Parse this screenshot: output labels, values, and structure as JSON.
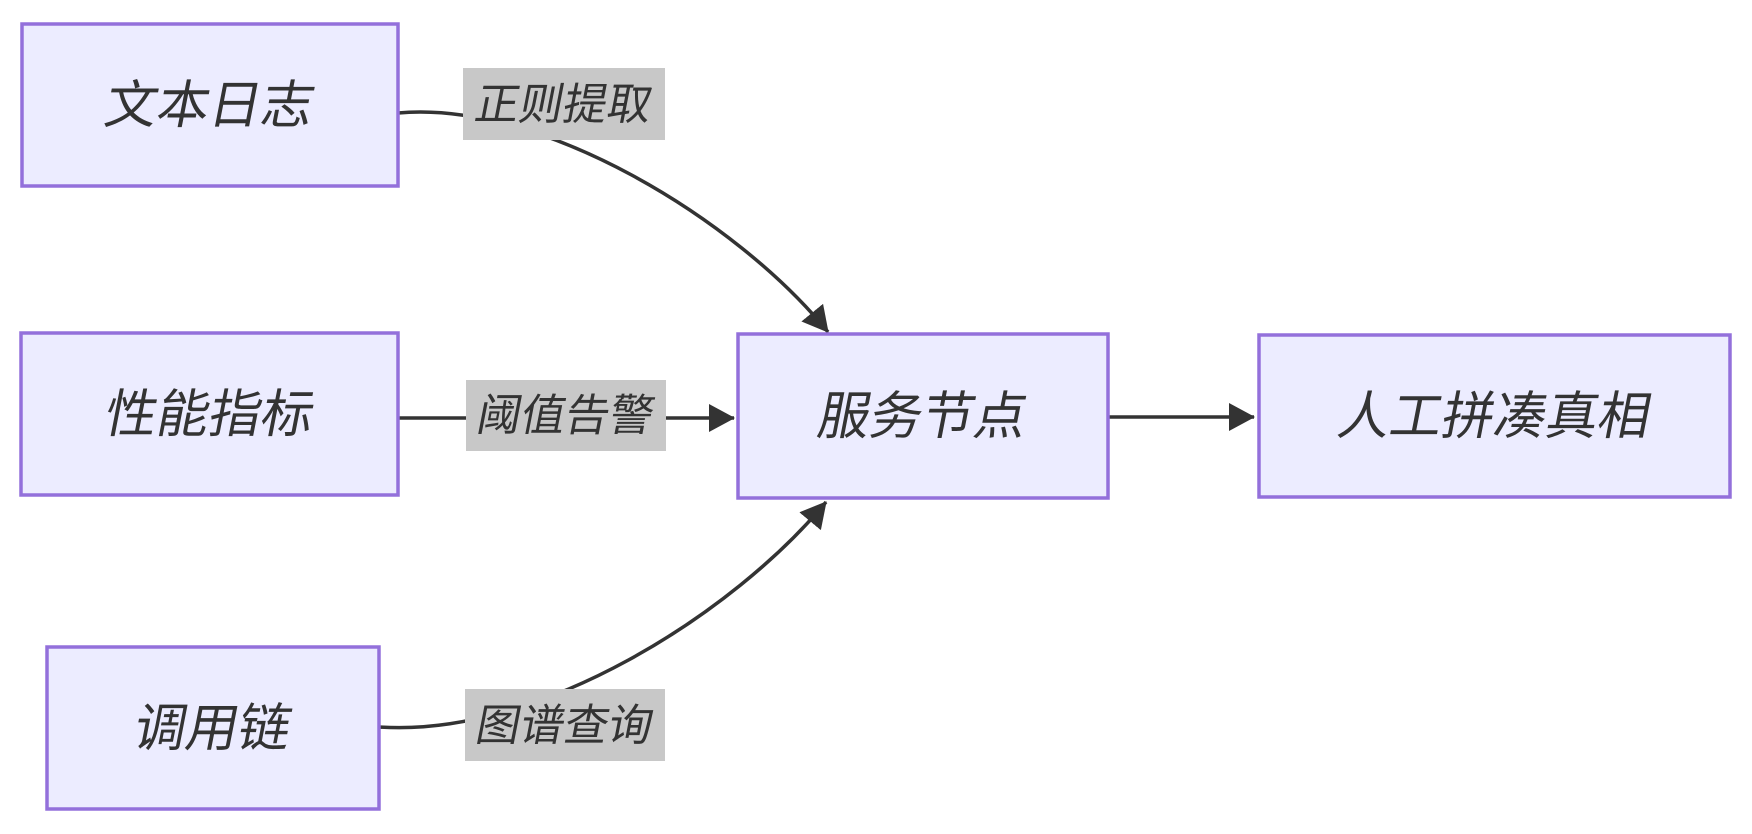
{
  "diagram": {
    "type": "flowchart",
    "direction": "left-to-right",
    "nodes": [
      {
        "id": "A",
        "label": "文本日志"
      },
      {
        "id": "B",
        "label": "性能指标"
      },
      {
        "id": "C",
        "label": "调用链"
      },
      {
        "id": "D",
        "label": "服务节点"
      },
      {
        "id": "E",
        "label": "人工拼凑真相"
      }
    ],
    "edges": [
      {
        "from": "文本日志",
        "to": "服务节点",
        "label": "正则提取"
      },
      {
        "from": "性能指标",
        "to": "服务节点",
        "label": "阈值告警"
      },
      {
        "from": "调用链",
        "to": "服务节点",
        "label": "图谱查询"
      },
      {
        "from": "服务节点",
        "to": "人工拼凑真相",
        "label": ""
      }
    ],
    "colors": {
      "background": "#FFFFFF",
      "node_fill": "#ECECFF",
      "node_border": "#9370DB",
      "edge_line": "#333333",
      "edge_label_bg": "#C8C8C8",
      "text": "#333333"
    }
  }
}
